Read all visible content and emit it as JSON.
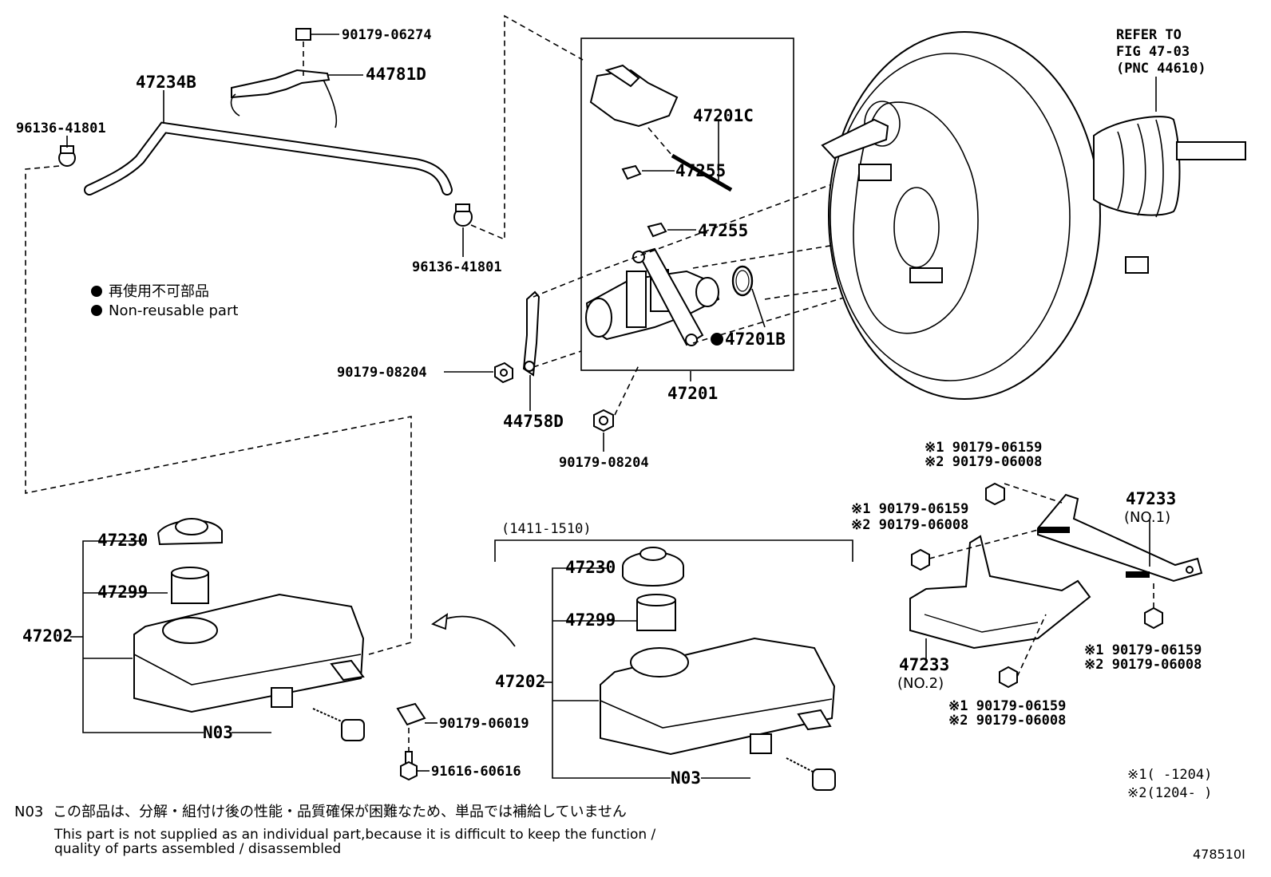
{
  "labels": {
    "clip_left": "96136-41801",
    "hose": "47234B",
    "bolt_top": "90179-06274",
    "bracket_top": "44781D",
    "clip_right": "96136-41801",
    "legend_jp": "再使用不可部品",
    "legend_en": "Non-reusable part",
    "cap_pin": "47201C",
    "grommet_1": "47255",
    "grommet_2": "47255",
    "oring": "47201B",
    "master_cyl": "47201",
    "nut_side": "90179-08204",
    "bracket_side": "44758D",
    "nut_bottom": "90179-08204",
    "refer_line1": "REFER TO",
    "refer_line2": "FIG 47-03",
    "refer_line3": "(PNC 44610)",
    "left_cap": "47230",
    "left_strainer": "47299",
    "left_reservoir": "47202",
    "left_n03": "N03",
    "left_nut": "90179-06019",
    "left_screw": "91616-60616",
    "right_range": "(1411-1510)",
    "right_cap": "47230",
    "right_strainer": "47299",
    "right_reservoir": "47202",
    "right_n03": "N03",
    "br_top_1": "※1 90179-06159",
    "br_top_2": "※2 90179-06008",
    "br_mid_1": "※1 90179-06159",
    "br_mid_2": "※2 90179-06008",
    "br_no1_pn": "47233",
    "br_no1_sub": "(NO.1)",
    "br_right_1": "※1 90179-06159",
    "br_right_2": "※2 90179-06008",
    "br_no2_pn": "47233",
    "br_no2_sub": "(NO.2)",
    "br_bot_1": "※1 90179-06159",
    "br_bot_2": "※2 90179-06008",
    "range_1": "※1(      -1204)",
    "range_2": "※2(1204-       )",
    "footnote_code": "N03",
    "footnote_jp": "この部品は、分解・組付け後の性能・品質確保が困難なため、単品では補給していません",
    "footnote_en1": "This part is not supplied as an individual part,because it is difficult to keep the function /",
    "footnote_en2": "quality of parts assembled / disassembled",
    "figure_id": "478510I"
  }
}
